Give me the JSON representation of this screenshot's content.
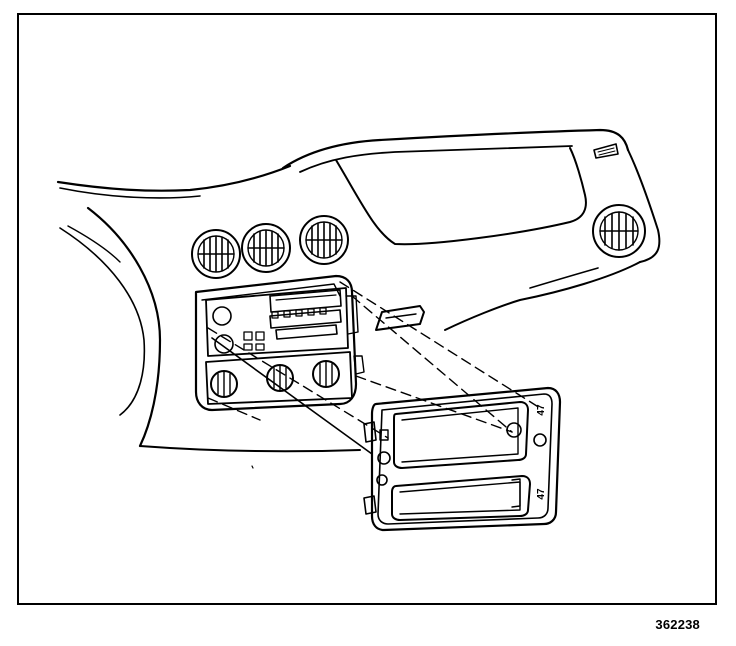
{
  "figure": {
    "number": "362238"
  },
  "trim_plate": {
    "markings": [
      "47",
      "47"
    ]
  },
  "colors": {
    "line": "#000000",
    "background": "#ffffff"
  }
}
